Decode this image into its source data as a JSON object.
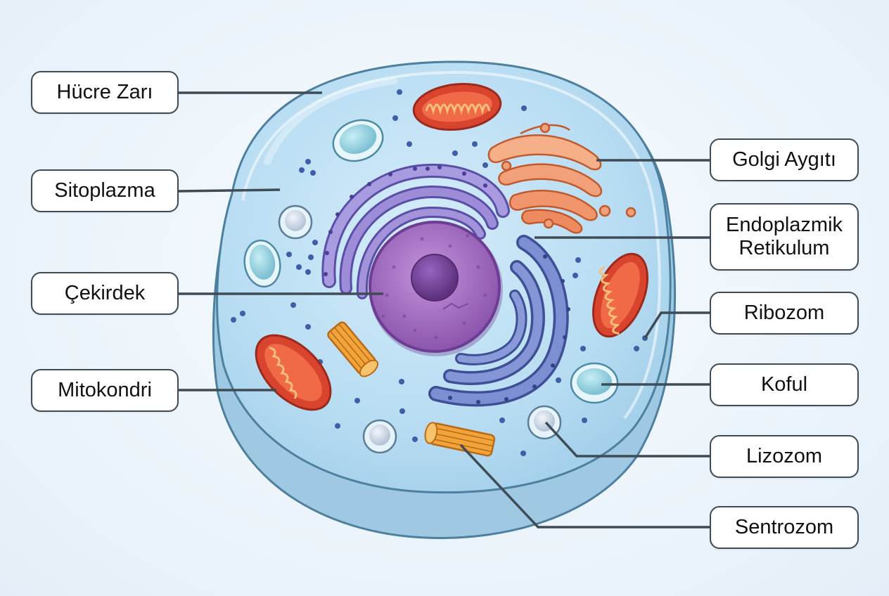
{
  "labels": {
    "cell_membrane": "Hücre Zarı",
    "cytoplasm": "Sitoplazma",
    "nucleus": "Çekirdek",
    "mitochondria": "Mitokondri",
    "golgi": "Golgi Aygıtı",
    "er": "Endoplazmik\nRetikulum",
    "ribosome": "Ribozom",
    "vacuole": "Koful",
    "lysosome": "Lizozom",
    "centrosome": "Sentrozom"
  },
  "colors": {
    "cell_fill": "#b9dcf2",
    "cell_edge": "#4d7f9f",
    "nucleus": "#9b63b8",
    "nucleolus": "#6d3d96",
    "er": "#7a6cc0",
    "er_rough": "#5d6fb8",
    "golgi": "#f29a6b",
    "mitochondria": "#d9442e",
    "centrosome": "#f0a43a",
    "vacuole": "#8fcbdc",
    "lysosome": "#c8d7e6",
    "leader_line": "#3f4b55"
  }
}
